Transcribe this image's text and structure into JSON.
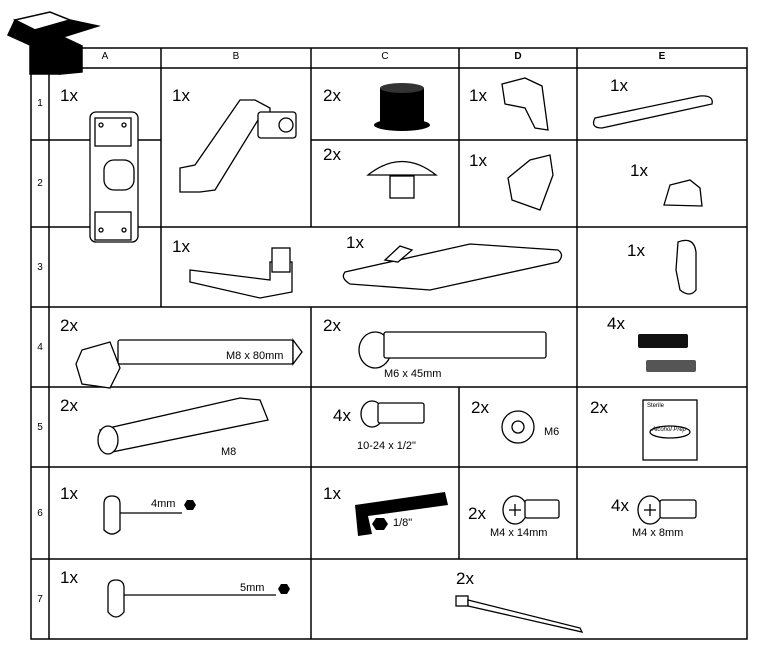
{
  "columns": [
    "A",
    "B",
    "C",
    "D",
    "E"
  ],
  "rows": [
    "1",
    "2",
    "3",
    "4",
    "5",
    "6",
    "7"
  ],
  "cells": {
    "A1": {
      "qty": "1x",
      "icon": "wall-mount-bracket"
    },
    "B1": {
      "qty": "1x",
      "icon": "monitor-arm"
    },
    "C1a": {
      "qty": "2x",
      "icon": "cap"
    },
    "C1b": {
      "qty": "2x",
      "icon": "mushroom-plug"
    },
    "D1a": {
      "qty": "1x",
      "icon": "cable-cover"
    },
    "D1b": {
      "qty": "1x",
      "icon": "cable-cover"
    },
    "E1a": {
      "qty": "1x",
      "icon": "cable-channel"
    },
    "E1b": {
      "qty": "1x",
      "icon": "clip"
    },
    "B3": {
      "qty": "1x",
      "icon": "extension-arm"
    },
    "C3": {
      "qty": "1x",
      "icon": "keyboard-tray"
    },
    "E3": {
      "qty": "1x",
      "icon": "mouse-holder"
    },
    "A4": {
      "qty": "2x",
      "icon": "lag-bolt",
      "label": "M8 x 80mm"
    },
    "C4": {
      "qty": "2x",
      "icon": "button-head-screw",
      "label": "M6 x 45mm"
    },
    "E4": {
      "qty": "4x",
      "icon": "pad"
    },
    "A5": {
      "qty": "2x",
      "icon": "wall-anchor",
      "label": "M8"
    },
    "C5": {
      "qty": "4x",
      "icon": "screw",
      "label": "10-24 x 1/2\""
    },
    "D5": {
      "qty": "2x",
      "icon": "washer",
      "label": "M6"
    },
    "E5": {
      "qty": "2x",
      "icon": "alcohol-wipe",
      "pack_top": "Sterile",
      "pack_center": "Alcohol Prep"
    },
    "A6": {
      "qty": "1x",
      "icon": "t-handle-hex-key",
      "label": "4mm"
    },
    "C6": {
      "qty": "1x",
      "icon": "hex-key",
      "label": "1/8\""
    },
    "D6": {
      "qty": "2x",
      "icon": "phillips-pan-screw",
      "label": "M4 x 14mm"
    },
    "E6": {
      "qty": "4x",
      "icon": "phillips-flat-screw",
      "label": "M4 x 8mm"
    },
    "A7": {
      "qty": "1x",
      "icon": "t-handle-hex-key",
      "label": "5mm"
    },
    "C7": {
      "qty": "2x",
      "icon": "cable-tie"
    }
  }
}
